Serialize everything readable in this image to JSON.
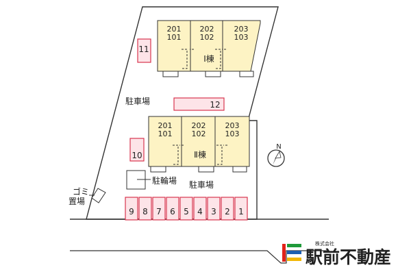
{
  "building_1": {
    "name": "Ⅰ棟",
    "units": [
      {
        "upper": "201",
        "lower": "101"
      },
      {
        "upper": "202",
        "lower": "102"
      },
      {
        "upper": "203",
        "lower": "103"
      }
    ]
  },
  "building_2": {
    "name": "Ⅱ棟",
    "units": [
      {
        "upper": "201",
        "lower": "101"
      },
      {
        "upper": "202",
        "lower": "102"
      },
      {
        "upper": "203",
        "lower": "103"
      }
    ]
  },
  "parking": {
    "label_upper": "駐車場",
    "label_lower": "駐車場",
    "slot_11": "11",
    "slot_12": "12",
    "slot_10": "10",
    "row_slots": [
      "9",
      "8",
      "7",
      "6",
      "5",
      "4",
      "3",
      "2",
      "1"
    ]
  },
  "bike_parking": {
    "label": "駐輪場"
  },
  "garbage": {
    "line1": "ゴミ",
    "line2": "置場"
  },
  "compass": {
    "north_label": "N"
  },
  "brand": {
    "company_type": "株式会社",
    "name": "駅前不動産"
  },
  "colors": {
    "building_fill": "#fdf3c4",
    "parking_fill": "#fde4e8",
    "parking_stroke": "#d8344e",
    "outline": "#333333",
    "logo_red": "#e2231a",
    "logo_green": "#1f9a3a",
    "logo_blue": "#1d5fb0",
    "logo_yellow": "#f2b705"
  },
  "icons": {
    "compass": "compass-icon",
    "logo": "company-logo-icon"
  }
}
